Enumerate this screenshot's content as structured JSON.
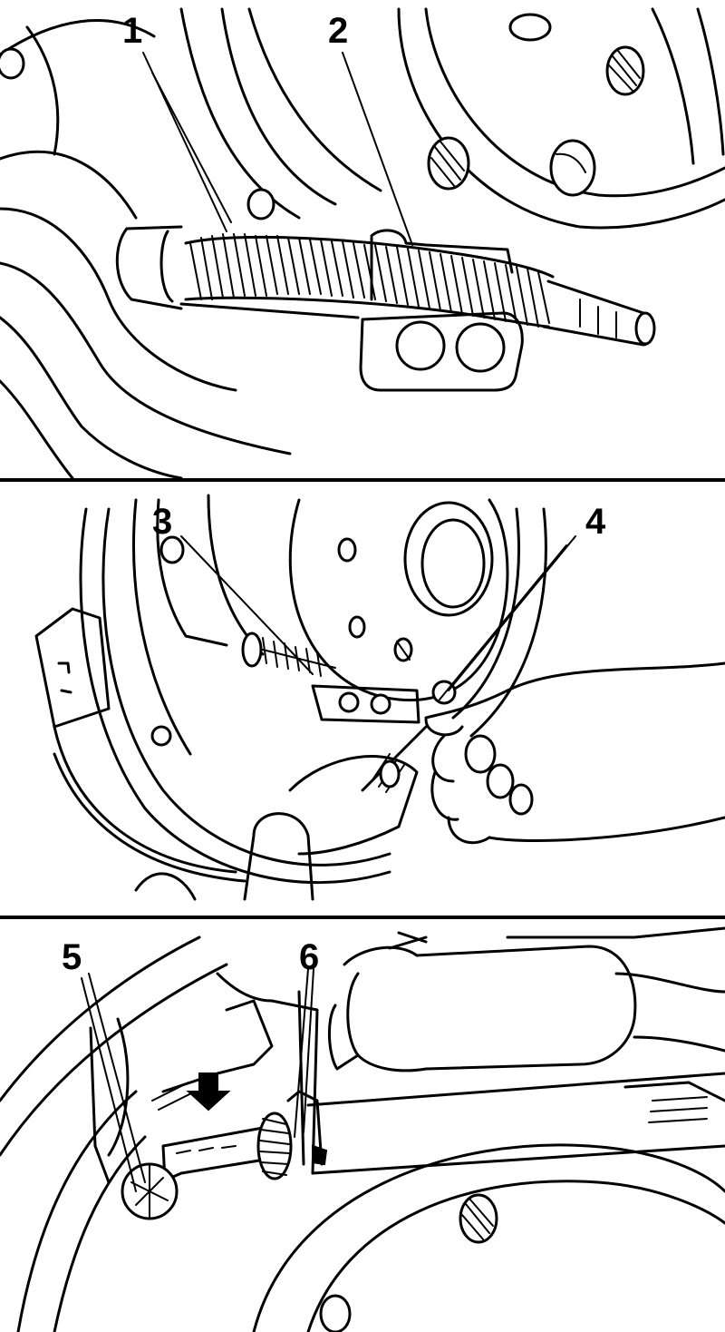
{
  "figure": {
    "panels": [
      {
        "callouts": [
          "1",
          "2"
        ]
      },
      {
        "callouts": [
          "3",
          "4"
        ]
      },
      {
        "callouts": [
          "5",
          "6"
        ]
      }
    ]
  },
  "colors": {
    "ink": "#000000",
    "paper": "#ffffff"
  }
}
